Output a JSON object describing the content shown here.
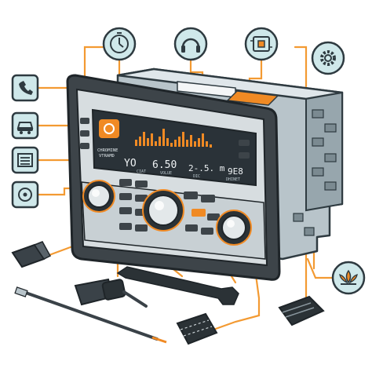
{
  "display": {
    "app_badge_line1": "CHROMINE",
    "app_badge_line2": "VTRAMD",
    "readout_1": "YO",
    "readout_2": "6.50",
    "readout_3": "2-.5. m",
    "readout_4": "9E8",
    "sub_1": "CIAT",
    "sub_2": "VOLUE",
    "sub_3": "DIC",
    "sub_4": "DHINET"
  },
  "icons": {
    "top": [
      "timer-icon",
      "headphones-icon",
      "circuit-board-icon",
      "gear-icon"
    ],
    "left": [
      "phone-icon",
      "car-icon",
      "menu-list-icon",
      "disc-icon"
    ],
    "right": [
      "lotus-icon"
    ]
  },
  "colors": {
    "accent_orange": "#f08a24",
    "line_orange": "#f39a32",
    "teal": "#cfe8ea",
    "dark": "#3a4248",
    "screen": "#2a3238"
  }
}
